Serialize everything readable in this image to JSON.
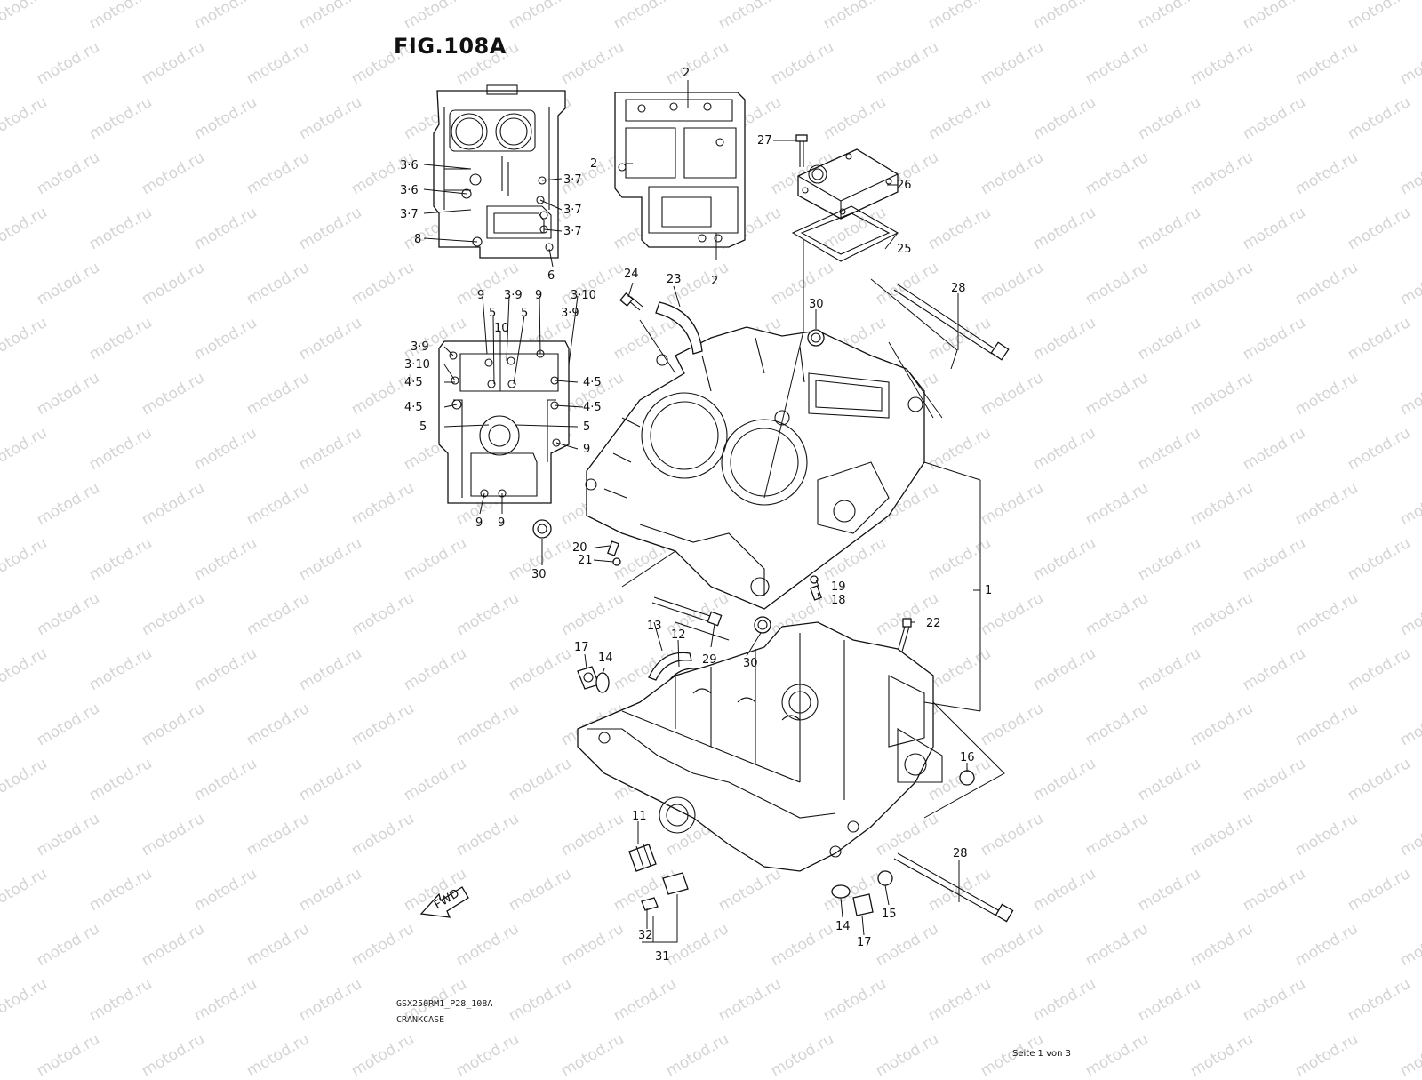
{
  "figure": {
    "title": "FIG.108A",
    "model_code": "GSX250RM1_P28_108A",
    "section": "CRANKCASE",
    "page_indicator": "Seite 1 von 3",
    "watermark": "motod.ru",
    "fwd_label": "FWD"
  },
  "callouts": [
    {
      "id": "c-2-top",
      "text": "2"
    },
    {
      "id": "c-2-left",
      "text": "2"
    },
    {
      "id": "c-2-bot",
      "text": "2"
    },
    {
      "id": "c-36a",
      "text": "3·6"
    },
    {
      "id": "c-36b",
      "text": "3·6"
    },
    {
      "id": "c-37l",
      "text": "3·7"
    },
    {
      "id": "c-37a",
      "text": "3·7"
    },
    {
      "id": "c-37b",
      "text": "3·7"
    },
    {
      "id": "c-37c",
      "text": "3·7"
    },
    {
      "id": "c-8",
      "text": "8"
    },
    {
      "id": "c-6",
      "text": "6"
    },
    {
      "id": "c-27",
      "text": "27"
    },
    {
      "id": "c-26",
      "text": "26"
    },
    {
      "id": "c-25",
      "text": "25"
    },
    {
      "id": "c-24",
      "text": "24"
    },
    {
      "id": "c-23",
      "text": "23"
    },
    {
      "id": "c-28a",
      "text": "28"
    },
    {
      "id": "c-30a",
      "text": "30"
    },
    {
      "id": "c-9a",
      "text": "9"
    },
    {
      "id": "c-39a",
      "text": "3·9"
    },
    {
      "id": "c-9b",
      "text": "9"
    },
    {
      "id": "c-310a",
      "text": "3·10"
    },
    {
      "id": "c-5a",
      "text": "5"
    },
    {
      "id": "c-10",
      "text": "10"
    },
    {
      "id": "c-5b",
      "text": "5"
    },
    {
      "id": "c-39b",
      "text": "3·9"
    },
    {
      "id": "c-39c",
      "text": "3·9"
    },
    {
      "id": "c-310b",
      "text": "3·10"
    },
    {
      "id": "c-45a",
      "text": "4·5"
    },
    {
      "id": "c-45b",
      "text": "4·5"
    },
    {
      "id": "c-45c",
      "text": "4·5"
    },
    {
      "id": "c-45d",
      "text": "4·5"
    },
    {
      "id": "c-5c",
      "text": "5"
    },
    {
      "id": "c-5d",
      "text": "5"
    },
    {
      "id": "c-9c",
      "text": "9"
    },
    {
      "id": "c-9d",
      "text": "9"
    },
    {
      "id": "c-9e",
      "text": "9"
    },
    {
      "id": "c-30b",
      "text": "30"
    },
    {
      "id": "c-20",
      "text": "20"
    },
    {
      "id": "c-21",
      "text": "21"
    },
    {
      "id": "c-1",
      "text": "1"
    },
    {
      "id": "c-19",
      "text": "19"
    },
    {
      "id": "c-18",
      "text": "18"
    },
    {
      "id": "c-22",
      "text": "22"
    },
    {
      "id": "c-13",
      "text": "13"
    },
    {
      "id": "c-12",
      "text": "12"
    },
    {
      "id": "c-17a",
      "text": "17"
    },
    {
      "id": "c-14a",
      "text": "14"
    },
    {
      "id": "c-29",
      "text": "29"
    },
    {
      "id": "c-30c",
      "text": "30"
    },
    {
      "id": "c-16",
      "text": "16"
    },
    {
      "id": "c-11",
      "text": "11"
    },
    {
      "id": "c-28b",
      "text": "28"
    },
    {
      "id": "c-15",
      "text": "15"
    },
    {
      "id": "c-14b",
      "text": "14"
    },
    {
      "id": "c-17b",
      "text": "17"
    },
    {
      "id": "c-32",
      "text": "32"
    },
    {
      "id": "c-31",
      "text": "31"
    }
  ]
}
